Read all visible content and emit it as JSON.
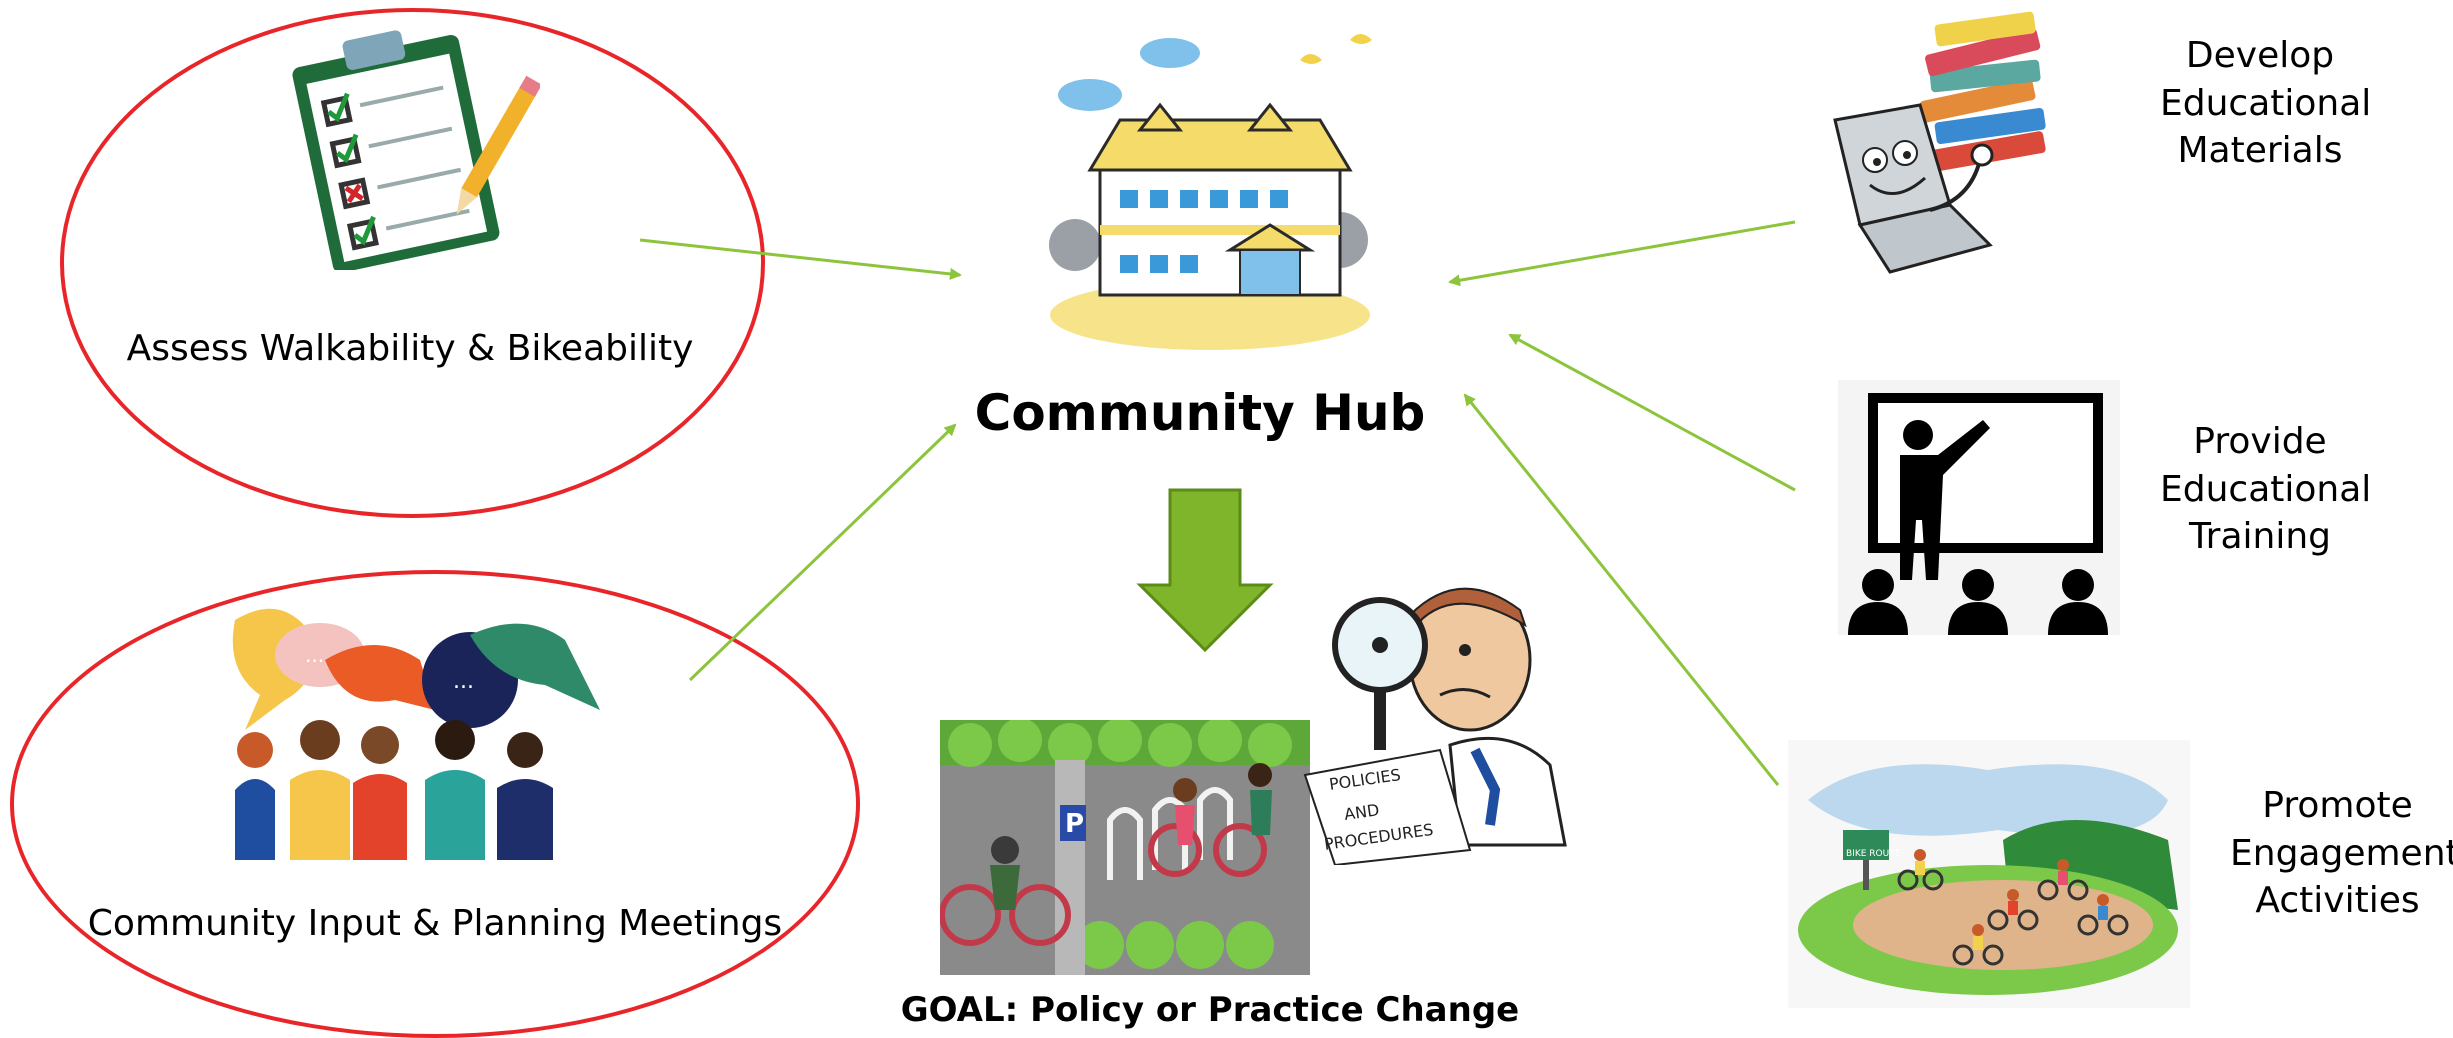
{
  "hub": {
    "title": "Community Hub"
  },
  "inputs": {
    "assess": {
      "label": "Assess Walkability & Bikeability"
    },
    "community": {
      "label": "Community Input & Planning Meetings"
    }
  },
  "activities": {
    "materials": {
      "line1": "Develop",
      "line2": "Educational",
      "line3": "Materials"
    },
    "training": {
      "line1": "Provide",
      "line2": "Educational",
      "line3": "Training"
    },
    "engagement": {
      "line1": "Promote",
      "line2": "Engagement",
      "line3": "Activities"
    }
  },
  "goal": {
    "label": "GOAL: Policy or Practice Change",
    "paper_line1": "POLICIES",
    "paper_line2": "AND",
    "paper_line3": "PROCEDURES"
  },
  "signs": {
    "bike_route": "BIKE ROUTE",
    "parking": "P"
  },
  "colors": {
    "ellipse": "#e8262a",
    "connector": "#8cc43c",
    "goal_arrow": "#7fb52a"
  },
  "icons": [
    "clipboard-icon",
    "people-conversation-icon",
    "school-building-icon",
    "laptop-books-icon",
    "teacher-classroom-icon",
    "cycling-park-icon",
    "bike-parking-icon",
    "inspector-icon"
  ]
}
